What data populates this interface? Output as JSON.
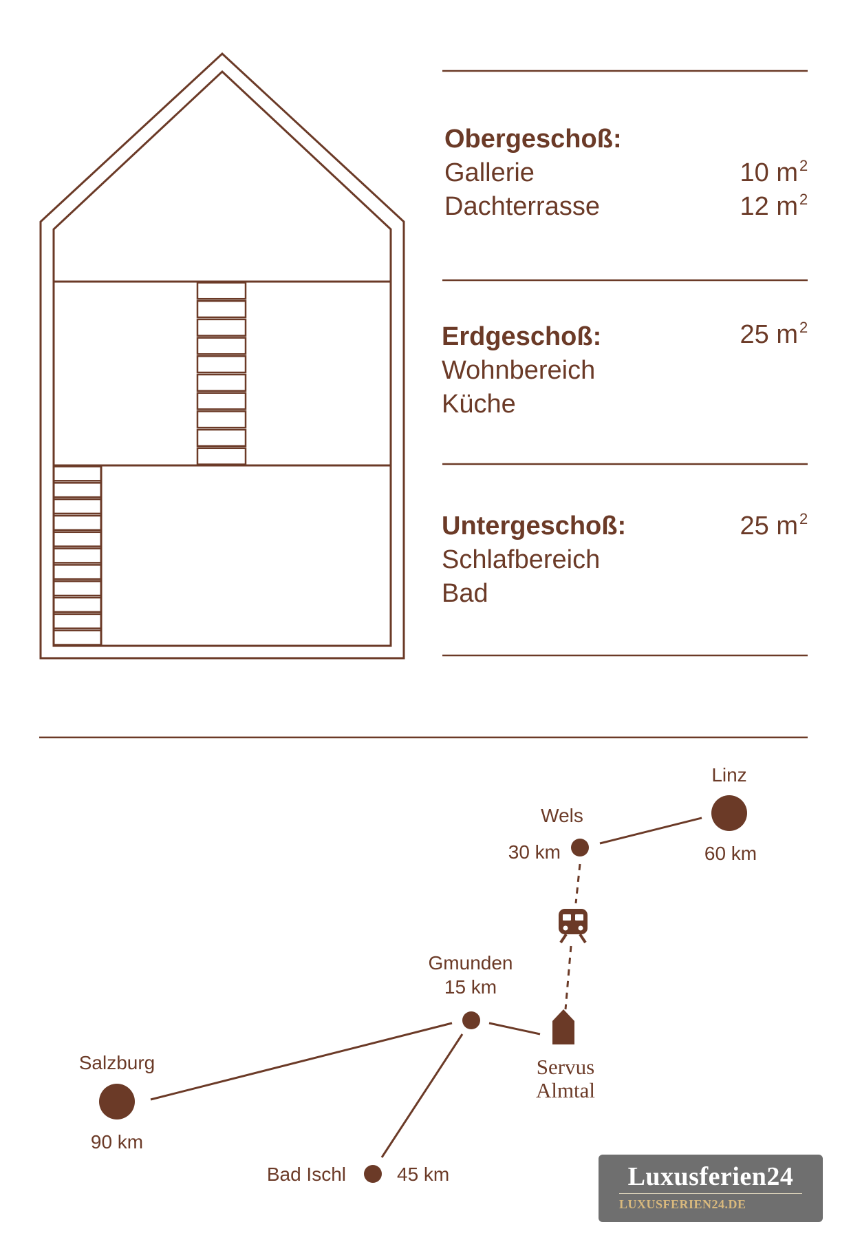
{
  "floors": {
    "upper": {
      "title": "Obergeschoß:",
      "items": [
        {
          "name": "Gallerie",
          "area": "10 m",
          "unit_exp": "2"
        },
        {
          "name": "Dachterrasse",
          "area": "12 m",
          "unit_exp": "2"
        }
      ]
    },
    "ground": {
      "title": "Erdgeschoß:",
      "area": "25 m",
      "unit_exp": "2",
      "items": [
        "Wohnbereich",
        "Küche"
      ]
    },
    "lower": {
      "title": "Untergeschoß:",
      "area": "25 m",
      "unit_exp": "2",
      "items": [
        "Schlafbereich",
        "Bad"
      ]
    }
  },
  "map": {
    "cities": {
      "linz": {
        "name": "Linz",
        "distance": "60 km"
      },
      "wels": {
        "name": "Wels",
        "distance": "30 km"
      },
      "gmunden": {
        "name": "Gmunden",
        "distance": "15 km"
      },
      "salzburg": {
        "name": "Salzburg",
        "distance": "90 km"
      },
      "bad_ischl": {
        "name": "Bad Ischl",
        "distance": "45 km"
      }
    },
    "destination": {
      "line1": "Servus",
      "line2": "Almtal"
    },
    "icons": [
      "train-icon",
      "house-icon"
    ]
  },
  "watermark": {
    "name": "Luxusferien24",
    "url": "LUXUSFERIEN24.DE"
  },
  "colors": {
    "brown": "#6b3a27",
    "watermark_bg": "#6f6f6f",
    "watermark_url": "#d9b97d"
  }
}
